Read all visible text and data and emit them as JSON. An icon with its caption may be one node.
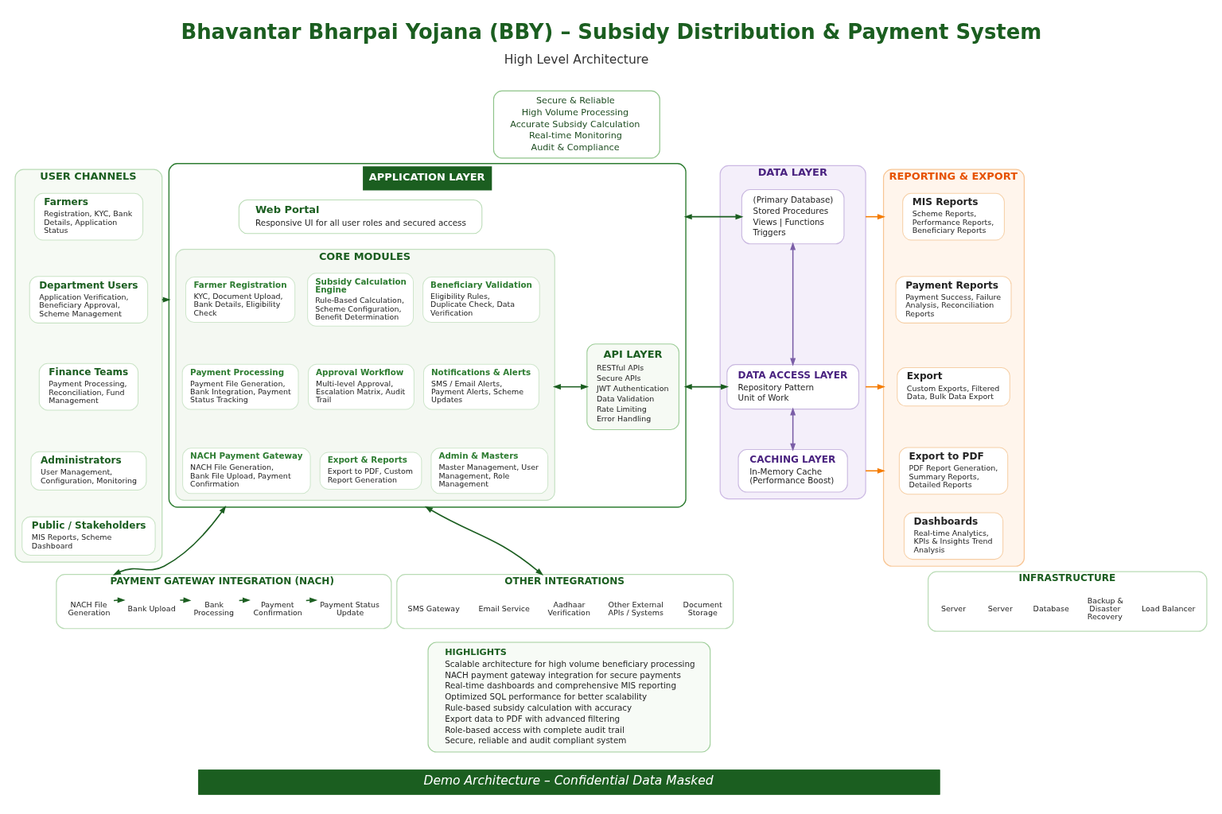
{
  "diagram": {
    "title": "Bhavantar Bharpai Yojana (BBY) – Subsidy Distribution & Payment System",
    "nodes": [
      {
        "text": [
          "Secure & Reliable",
          "High Volume Processing",
          "Accurate Subsidy Calculation",
          "Real-time Monitoring",
          "Audit & Compliance"
        ]
      },
      {
        "text": [
          "USER CHANNELS"
        ]
      },
      {
        "text": [
          "Farmers",
          "Registration, KYC, Bank Details, Application Status"
        ],
        "in": 1
      },
      {
        "text": [
          "Department Users",
          "Application Verification, Beneficiary Approval, Scheme Management"
        ],
        "in": 1
      },
      {
        "text": [
          "Finance Teams",
          "Payment Processing, Reconciliation, Fund Management"
        ],
        "in": 1
      },
      {
        "text": [
          "Administrators",
          "User Management, Configuration, Monitoring"
        ],
        "in": 1
      },
      {
        "text": [
          "Public / Stakeholders",
          "MIS Reports, Scheme Dashboard"
        ],
        "in": 1
      },
      {
        "text": [
          "APPLICATION LAYER"
        ]
      },
      {
        "text": [
          "Web Portal",
          "Responsive UI for all user roles and secured access"
        ],
        "in": 7
      },
      {
        "text": [
          "CORE MODULES"
        ],
        "in": 7
      },
      {
        "text": [
          "Farmer Registration",
          "KYC, Document Upload, Bank Details, Eligibility Check"
        ],
        "in": 9
      },
      {
        "text": [
          "Subsidy Calculation Engine",
          "Rule-Based Calculation, Scheme Configuration, Benefit Determination"
        ],
        "in": 9
      },
      {
        "text": [
          "Beneficiary Validation",
          "Eligibility Rules, Duplicate Check, Data Verification"
        ],
        "in": 9
      },
      {
        "text": [
          "Payment Processing",
          "Payment File Generation, Bank Integration, Payment Status Tracking"
        ],
        "in": 9
      },
      {
        "text": [
          "Approval Workflow",
          "Multi-level Approval, Escalation Matrix, Audit Trail"
        ],
        "in": 9
      },
      {
        "text": [
          "Notifications & Alerts",
          "SMS / Email Alerts, Payment Alerts, Scheme Updates"
        ],
        "in": 9
      },
      {
        "text": [
          "NACH Payment Gateway",
          "NACH File Generation, Bank File Upload, Payment Confirmation"
        ],
        "in": 9
      },
      {
        "text": [
          "Export & Reports",
          "Export to PDF, Custom Report Generation"
        ],
        "in": 9
      },
      {
        "text": [
          "Admin & Masters",
          "Master Management, User Management, Role Management"
        ],
        "in": 9
      },
      {
        "text": [
          "API LAYER",
          "RESTful APIs",
          "Secure APIs",
          "JWT Authentication",
          "Data Validation",
          "Rate Limiting",
          "Error Handling"
        ],
        "in": 7
      },
      {
        "text": [
          "DATA LAYER"
        ]
      },
      {
        "text": [
          "(Primary Database)",
          "Stored Procedures",
          "Views | Functions",
          "Triggers"
        ],
        "in": 20
      },
      {
        "text": [
          "DATA ACCESS LAYER",
          "Repository Pattern",
          "Unit of Work"
        ],
        "in": 20
      },
      {
        "text": [
          "CACHING LAYER",
          "In-Memory Cache (Performance Boost)"
        ],
        "in": 20
      },
      {
        "text": [
          "REPORTING & EXPORT"
        ]
      },
      {
        "text": [
          "MIS Reports",
          "Scheme Reports, Performance Reports, Beneficiary Reports"
        ],
        "in": 24
      },
      {
        "text": [
          "Payment Reports",
          "Payment Success, Failure Analysis, Reconciliation Reports"
        ],
        "in": 24
      },
      {
        "text": [
          "Export",
          "Custom Exports, Filtered Data, Bulk Data Export"
        ],
        "in": 24
      },
      {
        "text": [
          "Export to PDF",
          "PDF Report Generation, Summary Reports, Detailed Reports"
        ],
        "in": 24
      },
      {
        "text": [
          "Dashboards",
          "Real-time Analytics, KPIs & Insights Trend Analysis"
        ],
        "in": 24
      },
      {
        "text": [
          "PAYMENT GATEWAY INTEGRATION (NACH)"
        ]
      },
      {
        "text": [
          "NACH File Generation"
        ],
        "in": 30
      },
      {
        "text": [
          "Bank Upload"
        ],
        "in": 30
      },
      {
        "text": [
          "Bank Processing"
        ],
        "in": 30
      },
      {
        "text": [
          "Payment Confirmation"
        ],
        "in": 30
      },
      {
        "text": [
          "Payment Status Update"
        ],
        "in": 30
      },
      {
        "text": [
          "OTHER INTEGRATIONS"
        ]
      },
      {
        "text": [
          "SMS Gateway"
        ],
        "in": 36
      },
      {
        "text": [
          "Email Service"
        ],
        "in": 36
      },
      {
        "text": [
          "Aadhaar Verification"
        ],
        "in": 36
      },
      {
        "text": [
          "Other External APIs / Systems"
        ],
        "in": 36
      },
      {
        "text": [
          "Document Storage"
        ],
        "in": 36
      },
      {
        "text": [
          "INFRASTRUCTURE"
        ]
      },
      {
        "text": [
          "Server"
        ],
        "in": 42
      },
      {
        "text": [
          "Server"
        ],
        "in": 42
      },
      {
        "text": [
          "Database"
        ],
        "in": 42
      },
      {
        "text": [
          "Backup & Disaster Recovery"
        ],
        "in": 42
      },
      {
        "text": [
          "Load Balancer"
        ],
        "in": 42
      },
      {
        "text": [
          "HIGHLIGHTS",
          "Scalable architecture for high volume beneficiary processing",
          "NACH payment gateway integration for secure payments",
          "Real-time dashboards and comprehensive MIS reporting",
          "Optimized SQL performance for better scalability",
          "Rule-based subsidy calculation with accuracy",
          "Export data to PDF with advanced filtering",
          "Role-based access with complete audit trail",
          "Secure, reliable and audit compliant system"
        ]
      },
      {
        "text": [
          "Demo Architecture – Confidential Data Masked"
        ]
      }
    ],
    "edges": [
      {
        "from": 1,
        "to": 7,
        "arrow": "to"
      },
      {
        "from": 9,
        "to": 19,
        "arrow": "both"
      },
      {
        "from": 7,
        "to": 21,
        "arrow": "both"
      },
      {
        "from": 7,
        "to": 22,
        "arrow": "both"
      },
      {
        "from": 21,
        "to": 22,
        "arrow": "both",
        "color": "#7b5ea7"
      },
      {
        "from": 22,
        "to": 23,
        "arrow": "both",
        "color": "#7b5ea7"
      },
      {
        "from": 20,
        "to": 24,
        "arrow": "to",
        "color": "#f57c00"
      },
      {
        "from": 20,
        "to": 24,
        "arrow": "to",
        "color": "#f57c00"
      },
      {
        "from": 20,
        "to": 24,
        "arrow": "to",
        "color": "#f57c00"
      },
      {
        "from": 7,
        "to": 30,
        "arrow": "both"
      },
      {
        "from": 7,
        "to": 36,
        "arrow": "both"
      },
      {
        "from": 31,
        "to": 32,
        "arrow": "to"
      },
      {
        "from": 32,
        "to": 33,
        "arrow": "to"
      },
      {
        "from": 33,
        "to": 34,
        "arrow": "to"
      },
      {
        "from": 34,
        "to": 35,
        "arrow": "to"
      }
    ],
    "labels": [
      "High Level Architecture"
    ]
  }
}
